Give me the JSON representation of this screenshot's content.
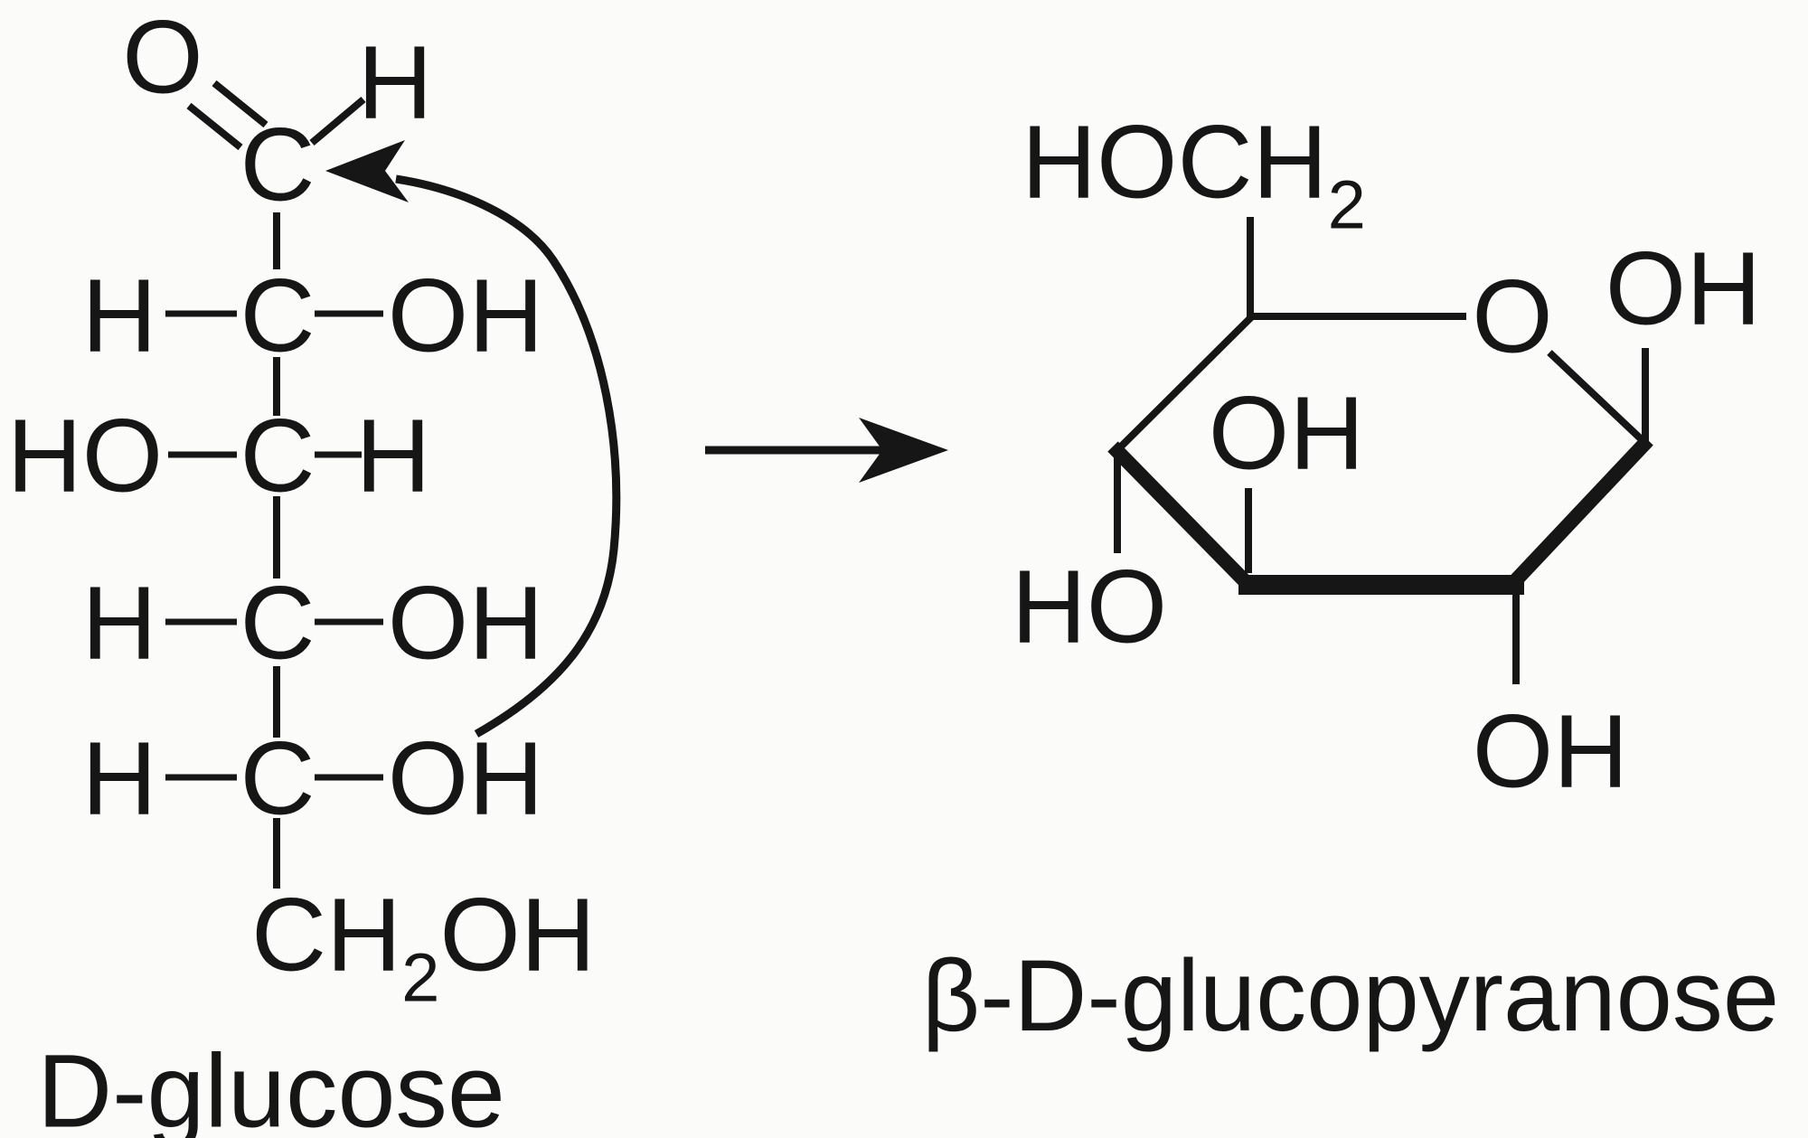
{
  "colors": {
    "ink": "#161616",
    "background": "#fbfbfa"
  },
  "fischer": {
    "name": "D-glucose",
    "carbonyl_o": "O",
    "carbonyl_h": "H",
    "carbonyl_c": "C",
    "rows": [
      {
        "left": "H",
        "center": "C",
        "right": "OH"
      },
      {
        "left": "HO",
        "center": "C",
        "right": "H"
      },
      {
        "left": "H",
        "center": "C",
        "right": "OH"
      },
      {
        "left": "H",
        "center": "C",
        "right": "OH"
      }
    ],
    "tail_pre": "CH",
    "tail_sub": "2",
    "tail_post": "OH"
  },
  "haworth": {
    "name": "β-D-glucopyranose",
    "hoch2_pre": "HOCH",
    "hoch2_sub": "2",
    "ring_o": "O",
    "c1_oh": "OH",
    "c2_oh": "OH",
    "c3_oh": "OH",
    "c4_ho": "HO"
  }
}
